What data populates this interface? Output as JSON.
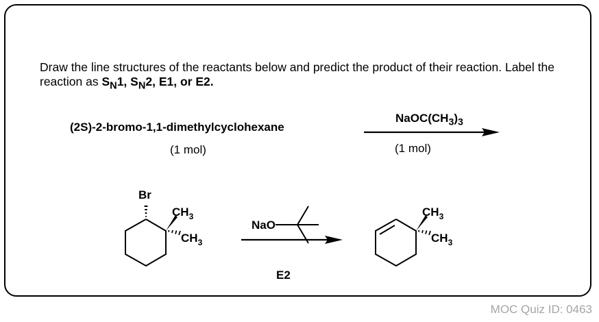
{
  "question": {
    "text_before": "Draw the line structures of the reactants below and predict the product of their reaction.  Label the reaction as ",
    "s_letter": "S",
    "n_sub": "N",
    "sn1_suffix": "1, ",
    "sn2_suffix": "2, E1, or E2."
  },
  "reactant": {
    "name": "(2S)-2-bromo-1,1-dimethylcyclohexane",
    "amount": "(1 mol)"
  },
  "reagent": {
    "name_prefix": "NaOC(CH",
    "name_sub": "3",
    "name_close": ")",
    "name_sub2": "3",
    "amount": "(1 mol)"
  },
  "scheme": {
    "br_label": "Br",
    "ch3_label": "CH",
    "ch3_sub": "3",
    "nao_label": "NaO",
    "reaction_type": "E2"
  },
  "footer": {
    "quiz_id": "MOC Quiz ID: 0463"
  }
}
